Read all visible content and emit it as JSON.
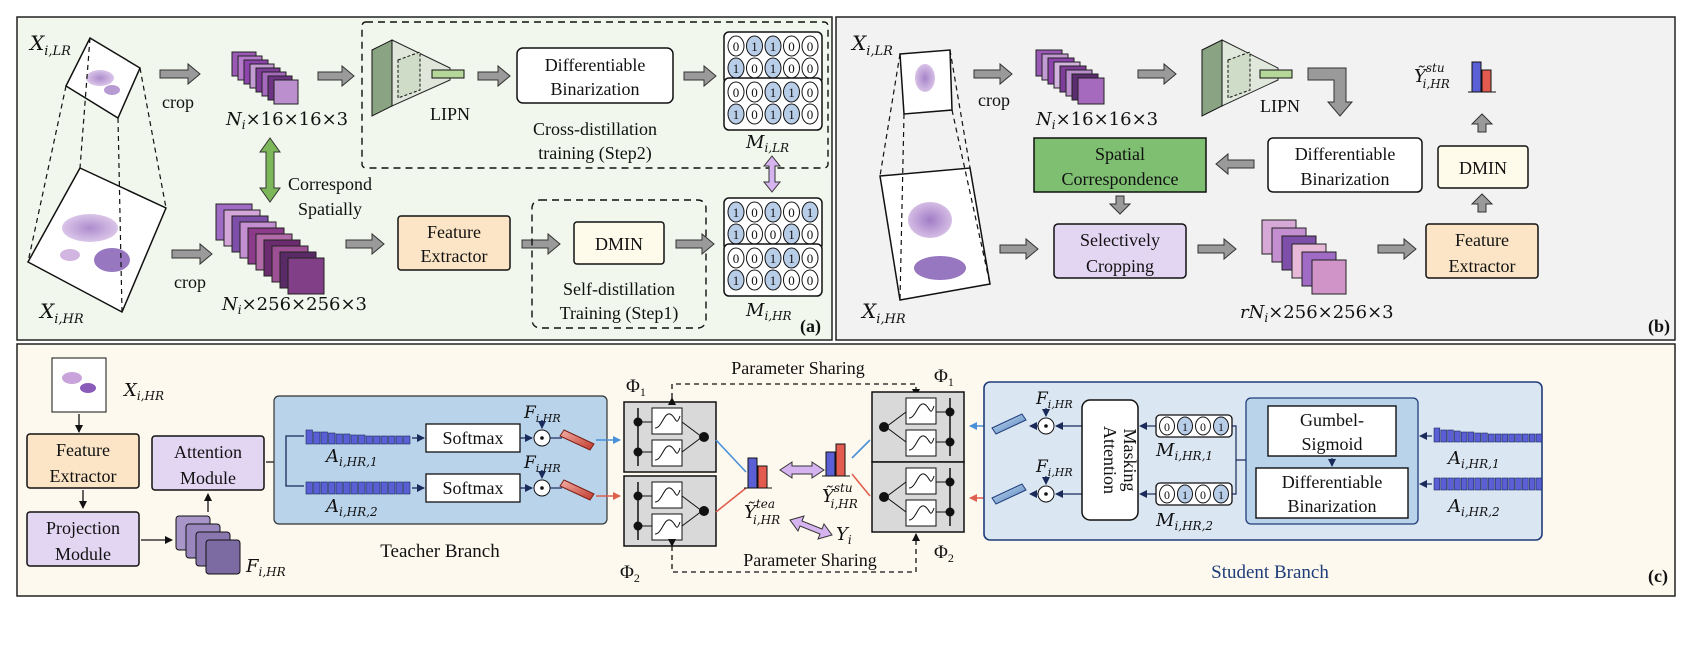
{
  "panel_a": {
    "tag": "(a)",
    "x_lr": "X",
    "x_lr_sub": "i,LR",
    "x_hr": "X",
    "x_hr_sub": "i,HR",
    "crop_top": "crop",
    "crop_bottom": "crop",
    "patches_lr": "N",
    "patches_lr_rest": "×16×16×3",
    "patches_hr": "N",
    "patches_hr_rest": "×256×256×3",
    "patch_sub": "i",
    "correspond_1": "Correspond",
    "correspond_2": "Spatially",
    "lipn": "LIPN",
    "diff_bin_1": "Differentiable",
    "diff_bin_2": "Binarization",
    "cross_1": "Cross-distillation",
    "cross_2": "training (Step2)",
    "feature_1": "Feature",
    "feature_2": "Extractor",
    "dmin": "DMIN",
    "self_1": "Self-distillation",
    "self_2": "Training (Step1)",
    "m_lr": "M",
    "m_lr_sub": "i,LR",
    "m_hr": "M",
    "m_hr_sub": "i,HR"
  },
  "panel_b": {
    "tag": "(b)",
    "x_lr": "X",
    "x_lr_sub": "i,LR",
    "x_hr": "X",
    "x_hr_sub": "i,HR",
    "crop": "crop",
    "patches_lr": "N",
    "patches_lr_rest": "×16×16×3",
    "patch_sub": "i",
    "lipn": "LIPN",
    "y_stu": "Ỹ",
    "y_stu_sup": "stu",
    "y_stu_sub": "i,HR",
    "spatial_1": "Spatial",
    "spatial_2": "Correspondence",
    "diff_bin_1": "Differentiable",
    "diff_bin_2": "Binarization",
    "dmin": "DMIN",
    "select_1": "Selectively",
    "select_2": "Cropping",
    "feature_1": "Feature",
    "feature_2": "Extractor",
    "patches_r": "rN",
    "patches_r_rest": "×256×256×3"
  },
  "panel_c": {
    "tag": "(c)",
    "x_hr": "X",
    "x_hr_sub": "i,HR",
    "feature_1": "Feature",
    "feature_2": "Extractor",
    "projection_1": "Projection",
    "projection_2": "Module",
    "attention_1": "Attention",
    "attention_2": "Module",
    "f_hr": "F",
    "f_hr_sub": "i,HR",
    "a1": "A",
    "a1_sub": "i,HR,1",
    "a2": "A",
    "a2_sub": "i,HR,2",
    "softmax": "Softmax",
    "teacher_branch": "Teacher Branch",
    "phi1": "Φ",
    "phi1_sub": "1",
    "phi2": "Φ",
    "phi2_sub": "2",
    "param_sharing": "Parameter Sharing",
    "y_tea": "Ỹ",
    "y_tea_sup": "tea",
    "y_sub": "i,HR",
    "y_stu": "Ỹ",
    "y_stu_sup": "stu",
    "y_i": "Y",
    "y_i_sub": "i",
    "attention_masking_1": "Attention",
    "attention_masking_2": "Masking",
    "m1": "M",
    "m1_sub": "i,HR,1",
    "m2": "M",
    "m2_sub": "i,HR,2",
    "gumbel_1": "Gumbel-",
    "gumbel_2": "Sigmoid",
    "diff_bin_1": "Differentiable",
    "diff_bin_2": "Binarization",
    "student_branch": "Student Branch"
  },
  "colors": {
    "panel_a_bg": "#f1f7ec",
    "panel_b_bg": "#f2f2f2",
    "panel_c_bg": "#fdf9ee",
    "teacher_bg": "#b9d3ea",
    "student_bg": "#dbe6f3",
    "feature_box": "#fce5c6",
    "spatial_box": "#7fbf72",
    "purple_box": "#e3d6f3",
    "green_arrow": "#7cb85a",
    "bar_blue": "#5a5fd6",
    "bar_red": "#e35b4f",
    "mask_one": "#b8cde8"
  }
}
